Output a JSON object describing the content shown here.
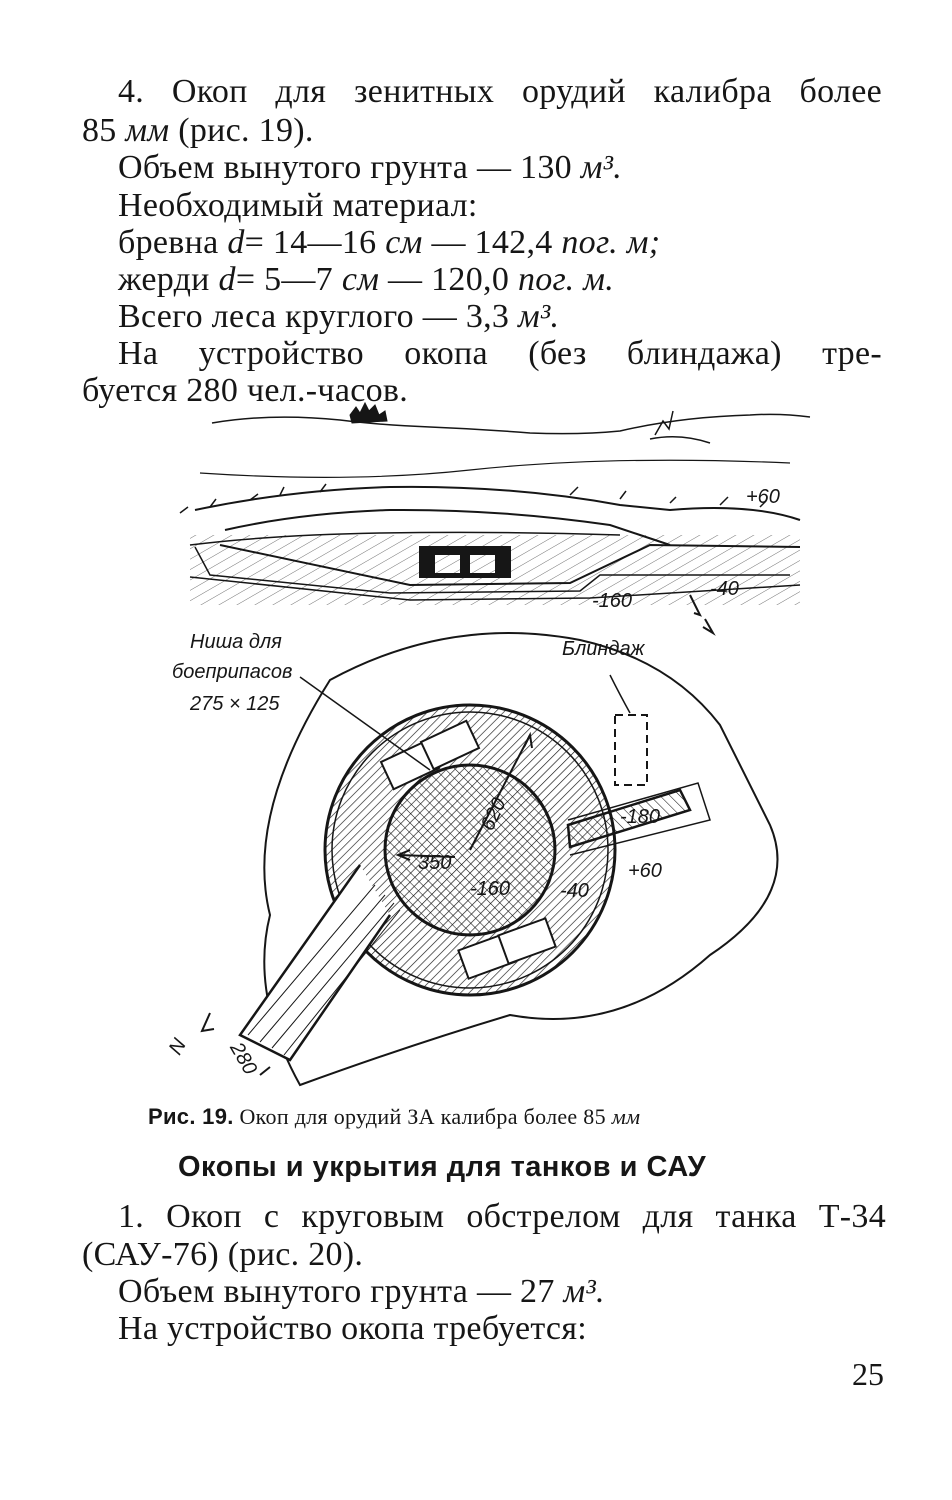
{
  "text": {
    "p1_line1": "4. Окоп для зенитных орудий калибра более",
    "p1_line2_num": "85",
    "p1_line2_unit": "мм",
    "p1_line2_rest": "(рис. 19).",
    "volume_text": "Объем вынутого грунта — 130",
    "volume_unit": "м³.",
    "material_title": "Необходимый материал:",
    "logs_a": "бревна",
    "logs_d": "d",
    "logs_b": "= 14—16",
    "logs_unit1": "см",
    "logs_c": "— 142,4",
    "logs_unit2": "пог. м;",
    "poles_a": "жерди",
    "poles_d": "d",
    "poles_b": "= 5—7",
    "poles_unit1": "см",
    "poles_c": "— 120,0",
    "poles_unit2": "пог. м.",
    "timber_text": "Всего леса круглого — 3,3",
    "timber_unit": "м³.",
    "labor_line1": "На устройство окопа (без блиндажа) тре-",
    "labor_line2": "буется 280 чел.-часов.",
    "caption_label": "Рис. 19.",
    "caption_text": "Окоп для орудий ЗА калибра более 85",
    "caption_unit": "мм",
    "section_heading": "Окопы и укрытия для танков и САУ",
    "p2_line1": "1. Окоп с круговым обстрелом для танка Т-34",
    "p2_line2": "(САУ-76) (рис. 20).",
    "p2_volume_text": "Объем вынутого грунта — 27",
    "p2_volume_unit": "м³.",
    "p2_required": "На устройство окопа требуется:",
    "page_number": "25"
  },
  "figure": {
    "perspective_labels": [
      "+60",
      "-160",
      "-40"
    ],
    "plan_labels": {
      "niche_line1": "Ниша для",
      "niche_line2": "боеприпасов",
      "niche_line3": "275 × 125",
      "dugout": "Блиндаж",
      "dim_620": "620",
      "dim_350": "350",
      "depth_center": "-160",
      "depth_ring": "-40",
      "height_outer": "+60",
      "depth_channel": "-180",
      "dim_280": "280",
      "north": "N"
    }
  }
}
